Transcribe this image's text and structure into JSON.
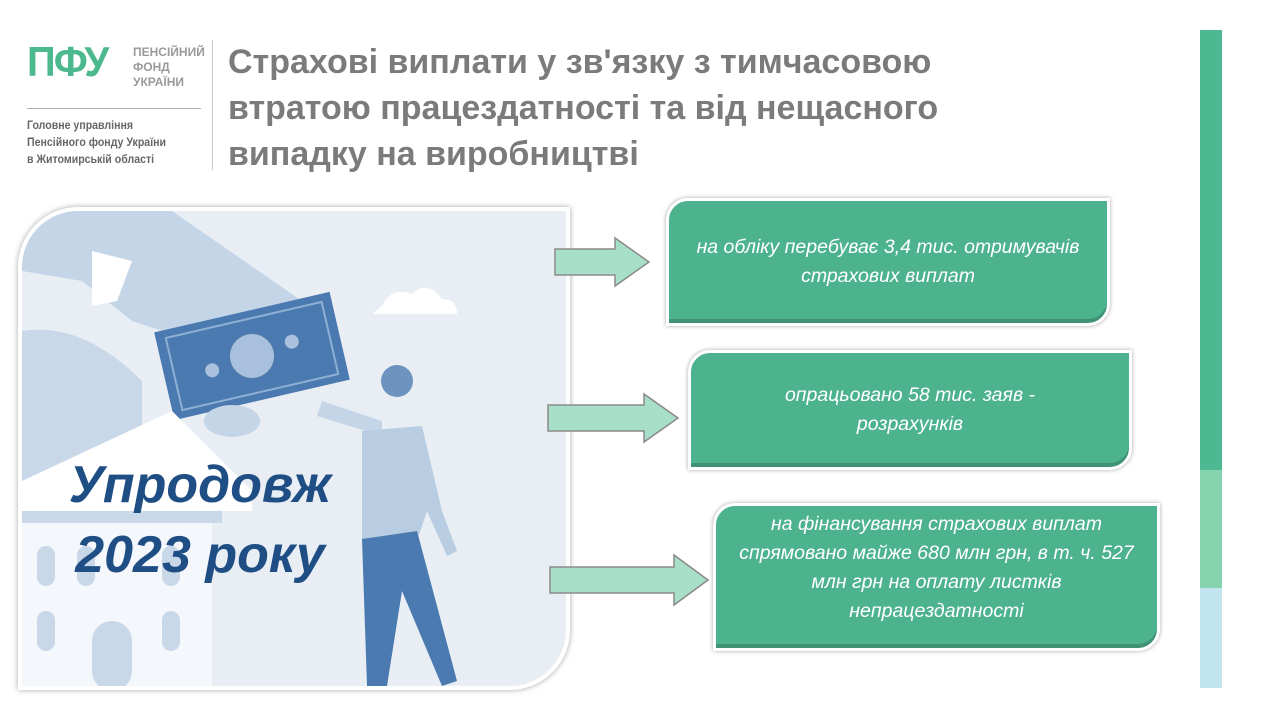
{
  "logo": {
    "mark": "ПФУ",
    "side_lines": [
      "ПЕНСІЙНИЙ",
      "ФОНД",
      "УКРАЇНИ"
    ],
    "sub_lines": [
      "Головне управління",
      "Пенсійного фонду України",
      "в Житомирській області"
    ]
  },
  "title_lines": [
    "Страхові виплати у зв'язку з тимчасовою",
    "втратою працездатності та від нещасного",
    "випадку на виробництві"
  ],
  "period": {
    "line1": "Упродовж",
    "line2": "2023 року"
  },
  "facts": [
    {
      "text": "на обліку перебуває  3,4 тис. отримувачів страхових виплат"
    },
    {
      "text": "опрацьовано 58 тис. заяв - розрахунків"
    },
    {
      "text": "на фінансування страхових виплат спрямовано майже 680 млн грн, в т. ч. 527 млн грн на оплату листків непрацездатності"
    }
  ],
  "colors": {
    "accent": "#4db38e",
    "title": "#7b7b7b",
    "period": "#1f4e85",
    "bar_top": "#4db891",
    "bar_mid": "#86d3b0",
    "bar_bottom": "#c2e4ef"
  }
}
